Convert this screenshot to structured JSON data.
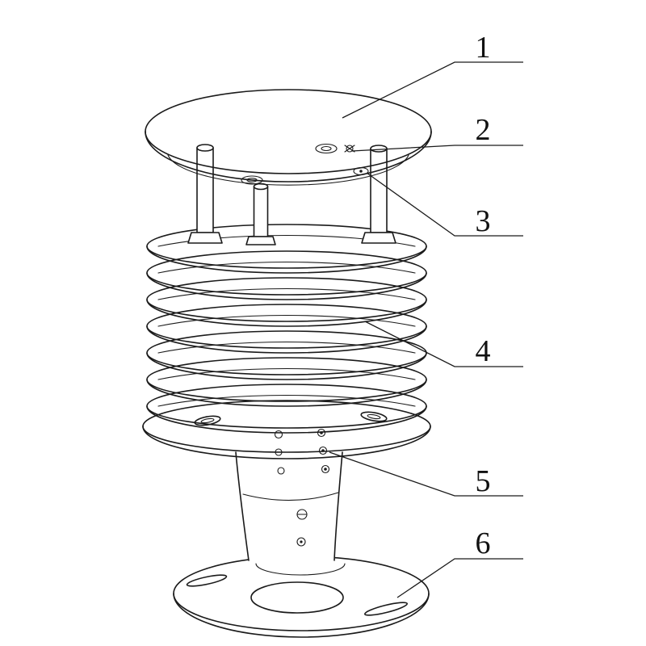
{
  "figure": {
    "background_color": "#ffffff",
    "line_color": "#1a1a1a",
    "callouts": [
      {
        "label": "1"
      },
      {
        "label": "2"
      },
      {
        "label": "3"
      },
      {
        "label": "4"
      },
      {
        "label": "5"
      },
      {
        "label": "6"
      }
    ]
  }
}
